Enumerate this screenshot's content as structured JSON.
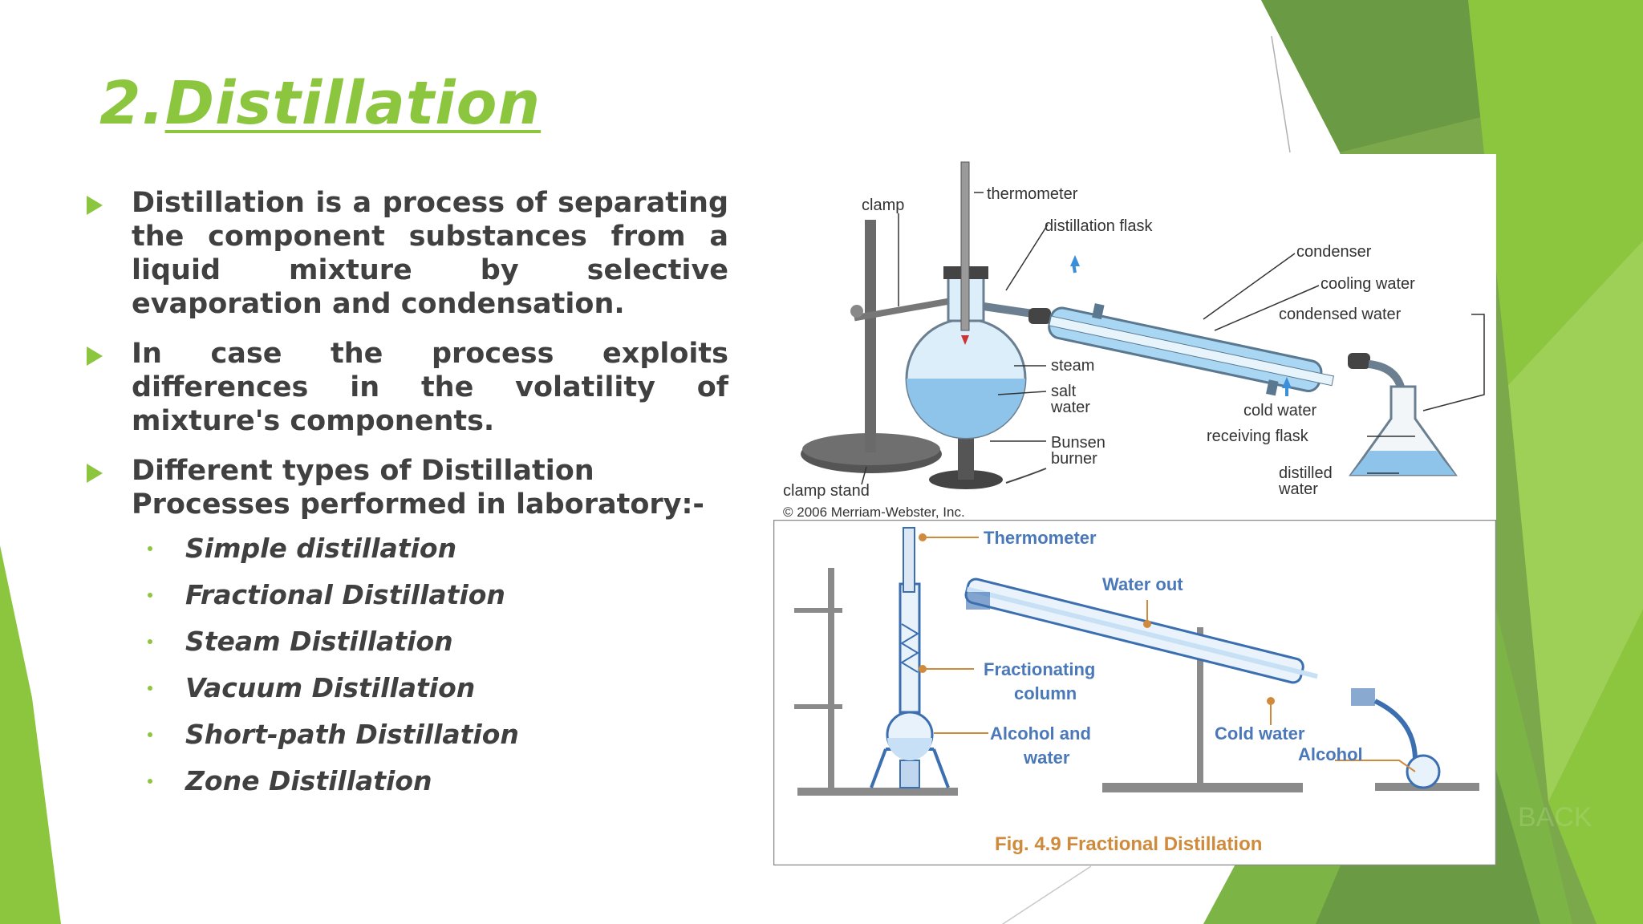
{
  "slide": {
    "title_number": "2.",
    "title_word": "Distillation"
  },
  "bullets": [
    {
      "text": "Distillation is a process of separating the component substances from a liquid mixture by selective evaporation and condensation."
    },
    {
      "text": "In case the process exploits differences in the volatility of mixture's components."
    },
    {
      "text": "Different types of  Distillation Processes performed in laboratory:-"
    }
  ],
  "distillation_types": [
    "Simple distillation",
    "Fractional Distillation",
    "Steam Distillation",
    "Vacuum Distillation",
    "Short-path Distillation",
    "Zone Distillation"
  ],
  "simple_diagram": {
    "labels": {
      "clamp": "clamp",
      "thermometer": "thermometer",
      "distillation_flask": "distillation flask",
      "condenser": "condenser",
      "cooling_water": "cooling water",
      "condensed_water": "condensed water",
      "steam": "steam",
      "salt": "salt",
      "water": "water",
      "cold_water": "cold water",
      "receiving_flask": "receiving flask",
      "bunsen": "Bunsen",
      "burner": "burner",
      "distilled": "distilled",
      "distilled_water": "water",
      "clamp_stand": "clamp stand",
      "copyright": "© 2006 Merriam-Webster, Inc."
    }
  },
  "fractional_diagram": {
    "labels": {
      "thermometer": "Thermometer",
      "water_out": "Water out",
      "fractionating": "Fractionating",
      "column": "column",
      "alcohol_and": "Alcohol and",
      "water": "water",
      "cold_water": "Cold water",
      "alcohol": "Alcohol"
    },
    "caption": "Fig. 4.9 Fractional Distillation"
  },
  "watermark": "BACK",
  "colors": {
    "accent": "#8cc63f",
    "body_text": "#404040",
    "dark_green": "#6a9a43",
    "label_blue": "#4a78b8",
    "caption_orange": "#d08a3c"
  }
}
